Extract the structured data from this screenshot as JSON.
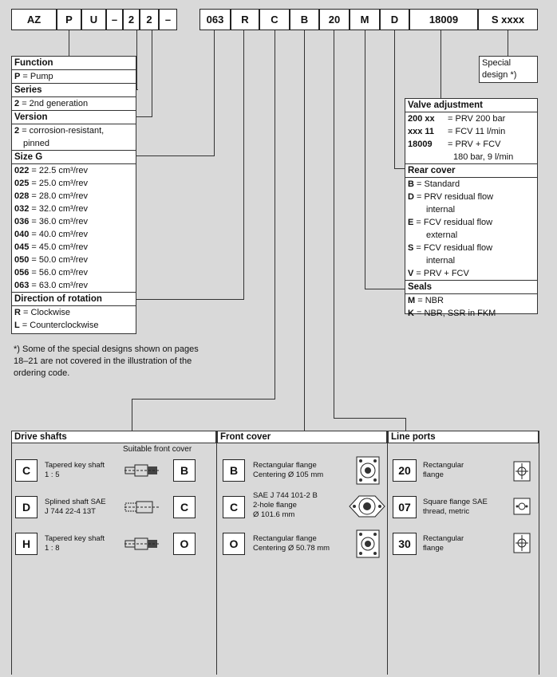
{
  "header": {
    "codes": [
      "AZ",
      "P",
      "U",
      "–",
      "2",
      "2",
      "–",
      "063",
      "R",
      "C",
      "B",
      "20",
      "M",
      "D",
      "18009",
      "S xxxx"
    ]
  },
  "function": {
    "title": "Function",
    "rows": [
      {
        "code": "P",
        "text": "= Pump"
      }
    ]
  },
  "series": {
    "title": "Series",
    "rows": [
      {
        "code": "2",
        "text": "= 2nd generation"
      }
    ]
  },
  "version": {
    "title": "Version",
    "rows": [
      {
        "code": "2",
        "text": "= corrosion-resistant,"
      },
      {
        "code": "",
        "text": "pinned"
      }
    ]
  },
  "size": {
    "title": "Size G",
    "rows": [
      {
        "code": "022",
        "text": "= 22.5 cm³/rev"
      },
      {
        "code": "025",
        "text": "= 25.0 cm³/rev"
      },
      {
        "code": "028",
        "text": "= 28.0 cm³/rev"
      },
      {
        "code": "032",
        "text": "= 32.0 cm³/rev"
      },
      {
        "code": "036",
        "text": "= 36.0 cm³/rev"
      },
      {
        "code": "040",
        "text": "= 40.0 cm³/rev"
      },
      {
        "code": "045",
        "text": "= 45.0 cm³/rev"
      },
      {
        "code": "050",
        "text": "= 50.0 cm³/rev"
      },
      {
        "code": "056",
        "text": "= 56.0 cm³/rev"
      },
      {
        "code": "063",
        "text": "= 63.0 cm³/rev"
      }
    ]
  },
  "rotation": {
    "title": "Direction of rotation",
    "rows": [
      {
        "code": "R",
        "text": "= Clockwise"
      },
      {
        "code": "L",
        "text": "= Counterclockwise"
      }
    ]
  },
  "footnote": "*) Some of the special designs shown on pages\n    18–21 are not covered in the illustration of the\n    ordering code.",
  "special": "Special\ndesign *)",
  "valve": {
    "title": "Valve adjustment",
    "rows": [
      {
        "code": "200 xx",
        "text": "= PRV 200 bar"
      },
      {
        "code": "xxx 11",
        "text": "= FCV 11 l/min"
      },
      {
        "code": "18009",
        "text": "= PRV + FCV"
      },
      {
        "code": "",
        "text": "180 bar, 9 l/min"
      }
    ]
  },
  "rear": {
    "title": "Rear cover",
    "rows": [
      {
        "code": "B",
        "text": "= Standard"
      },
      {
        "code": "D",
        "text": "= PRV residual flow"
      },
      {
        "code": "",
        "text": "internal"
      },
      {
        "code": "E",
        "text": "= FCV residual flow"
      },
      {
        "code": "",
        "text": "external"
      },
      {
        "code": "S",
        "text": "= FCV residual flow"
      },
      {
        "code": "",
        "text": "internal"
      },
      {
        "code": "V",
        "text": "= PRV + FCV"
      }
    ]
  },
  "seals": {
    "title": "Seals",
    "rows": [
      {
        "code": "M",
        "text": "= NBR"
      },
      {
        "code": "K",
        "text": "= NBR, SSR in FKM"
      }
    ]
  },
  "drive": {
    "title": "Drive shafts",
    "subtitle": "Suitable front cover",
    "items": [
      {
        "code": "C",
        "desc": "Tapered key shaft\n1 : 5",
        "cover": "B",
        "icon": "tapered-shaft-icon"
      },
      {
        "code": "D",
        "desc": "Splined shaft SAE\nJ 744 22-4 13T",
        "cover": "C",
        "icon": "splined-shaft-icon"
      },
      {
        "code": "H",
        "desc": "Tapered key shaft\n1 : 8",
        "cover": "O",
        "icon": "tapered-shaft-icon"
      }
    ]
  },
  "front": {
    "title": "Front cover",
    "items": [
      {
        "code": "B",
        "desc": "Rectangular flange\nCentering Ø 105 mm",
        "icon": "rect-flange-icon"
      },
      {
        "code": "C",
        "desc": "SAE J 744 101-2 B\n2-hole flange\nØ 101.6 mm",
        "icon": "two-hole-flange-icon"
      },
      {
        "code": "O",
        "desc": "Rectangular flange\nCentering Ø 50.78 mm",
        "icon": "rect-flange-icon"
      }
    ]
  },
  "ports": {
    "title": "Line ports",
    "items": [
      {
        "code": "20",
        "desc": "Rectangular\nflange",
        "icon": "rect-port-icon"
      },
      {
        "code": "07",
        "desc": "Square flange SAE\nthread, metric",
        "icon": "square-port-icon"
      },
      {
        "code": "30",
        "desc": "Rectangular\nflange",
        "icon": "rect-port-icon"
      }
    ]
  }
}
